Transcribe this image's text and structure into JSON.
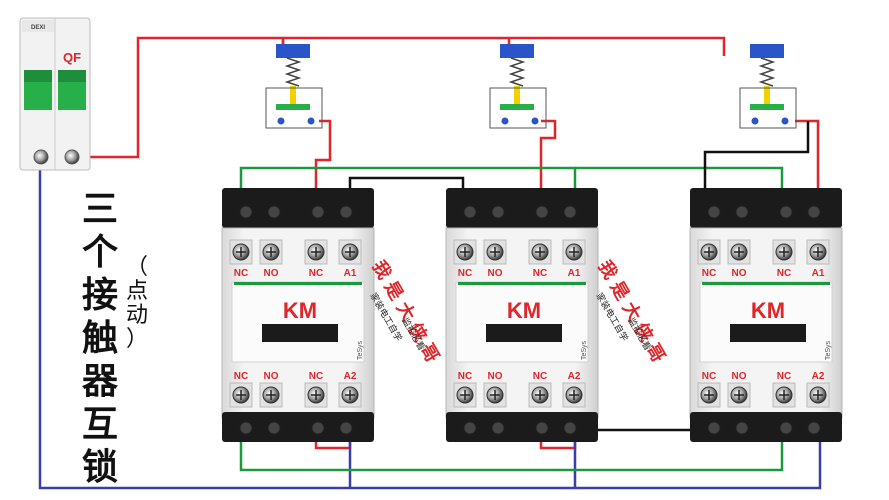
{
  "title_chars": [
    "三",
    "个",
    "接",
    "触",
    "器",
    "互",
    "锁"
  ],
  "subtitle_chars": [
    "（",
    "点",
    "动",
    "）"
  ],
  "breaker": {
    "brand": "DEXI",
    "label": "QF"
  },
  "contactor": {
    "name": "KM",
    "top_terminals": [
      "NC",
      "NO",
      "NC",
      "A1"
    ],
    "bottom_terminals": [
      "NC",
      "NO",
      "NC",
      "A2"
    ],
    "brand_mark": "TeSys"
  },
  "watermark": {
    "main": "我是大侠哥",
    "small_1": "家装电工自学",
    "small_2": "监控必看"
  },
  "colors": {
    "red": "#e0262a",
    "blue": "#3a3fa8",
    "green": "#1a9a3c",
    "black": "#111111",
    "button_blue": "#2a55c8"
  }
}
